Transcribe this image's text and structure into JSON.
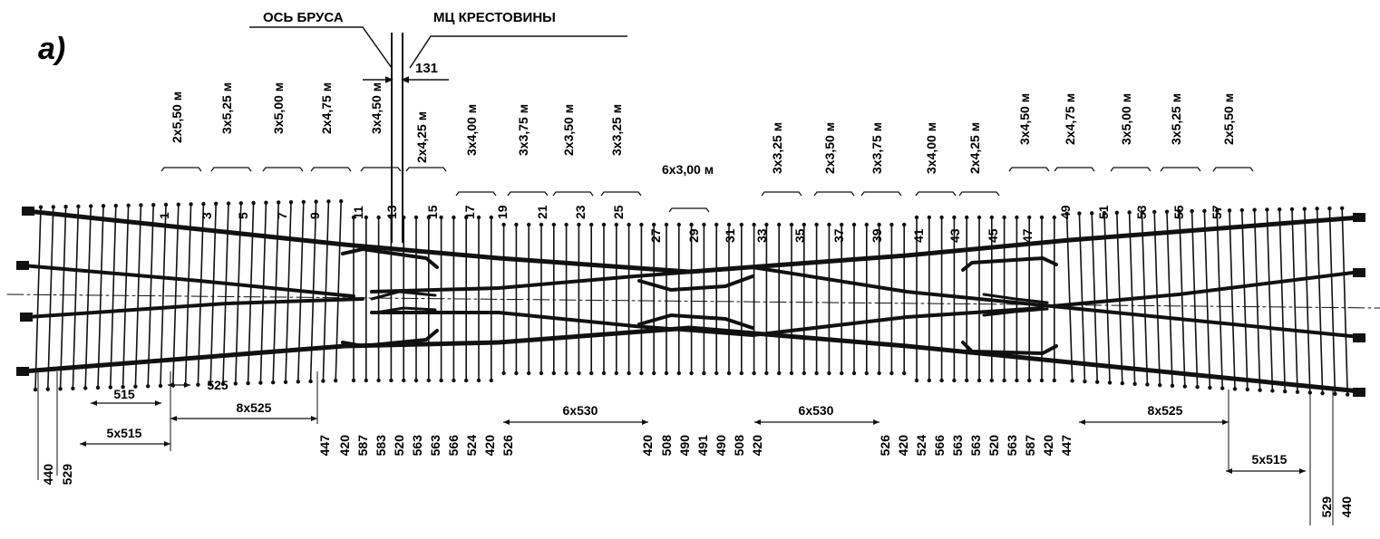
{
  "panel_label": "а)",
  "callouts": {
    "beam_axis": "ОСЬ БРУСА",
    "frog_center": "МЦ КРЕСТОВИНЫ",
    "offset": "131"
  },
  "group_labels": [
    "2x5,50 м",
    "3x5,25 м",
    "3x5,00 м",
    "2x4,75 м",
    "3x4,50 м",
    "2x4,25 м",
    "3x4,00 м",
    "3x3,75 м",
    "2x3,50 м",
    "3x3,25 м",
    "6x3,00 м",
    "3x3,25 м",
    "2x3,50 м",
    "3x3,75 м",
    "3x4,00 м",
    "2x4,25 м",
    "3x4,50 м",
    "2x4,75 м",
    "3x5,00 м",
    "3x5,25 м",
    "2x5,50 м"
  ],
  "tie_numbers": [
    "1",
    "3",
    "5",
    "7",
    "9",
    "11",
    "13",
    "15",
    "17",
    "19",
    "21",
    "23",
    "25",
    "27",
    "29",
    "31",
    "33",
    "35",
    "37",
    "39",
    "41",
    "43",
    "45",
    "47",
    "49",
    "51",
    "53",
    "55",
    "57"
  ],
  "dimensions": {
    "horizontal": [
      "515",
      "525",
      "8x525",
      "5x515",
      "6x530",
      "6x530",
      "8x525",
      "5x515"
    ],
    "left_bottom": [
      "440",
      "529"
    ],
    "right_bottom": [
      "529",
      "440"
    ],
    "center_left": [
      "447",
      "420",
      "587",
      "583",
      "520",
      "563",
      "563",
      "566",
      "524",
      "420",
      "526"
    ],
    "middle": [
      "420",
      "508",
      "490",
      "491",
      "490",
      "508",
      "420"
    ],
    "center_right": [
      "526",
      "420",
      "524",
      "566",
      "563",
      "563",
      "520",
      "563",
      "587",
      "420",
      "447"
    ]
  },
  "colors": {
    "ink": "#111111",
    "paper": "#ffffff"
  }
}
